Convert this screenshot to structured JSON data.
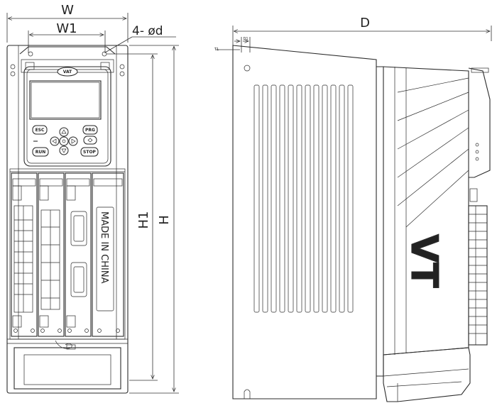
{
  "dimensions": {
    "width": "W",
    "width_inner": "W1",
    "holes": "4- ød",
    "height": "H",
    "height_inner": "H1",
    "depth": "D",
    "t1": "T1",
    "d1": "D1"
  },
  "keypad": {
    "logo": "VAT",
    "esc": "ESC",
    "prg": "PRG",
    "run": "RUN",
    "stop": "STOP"
  },
  "front_label": "MADE IN CHINA",
  "side_logo": "VT"
}
